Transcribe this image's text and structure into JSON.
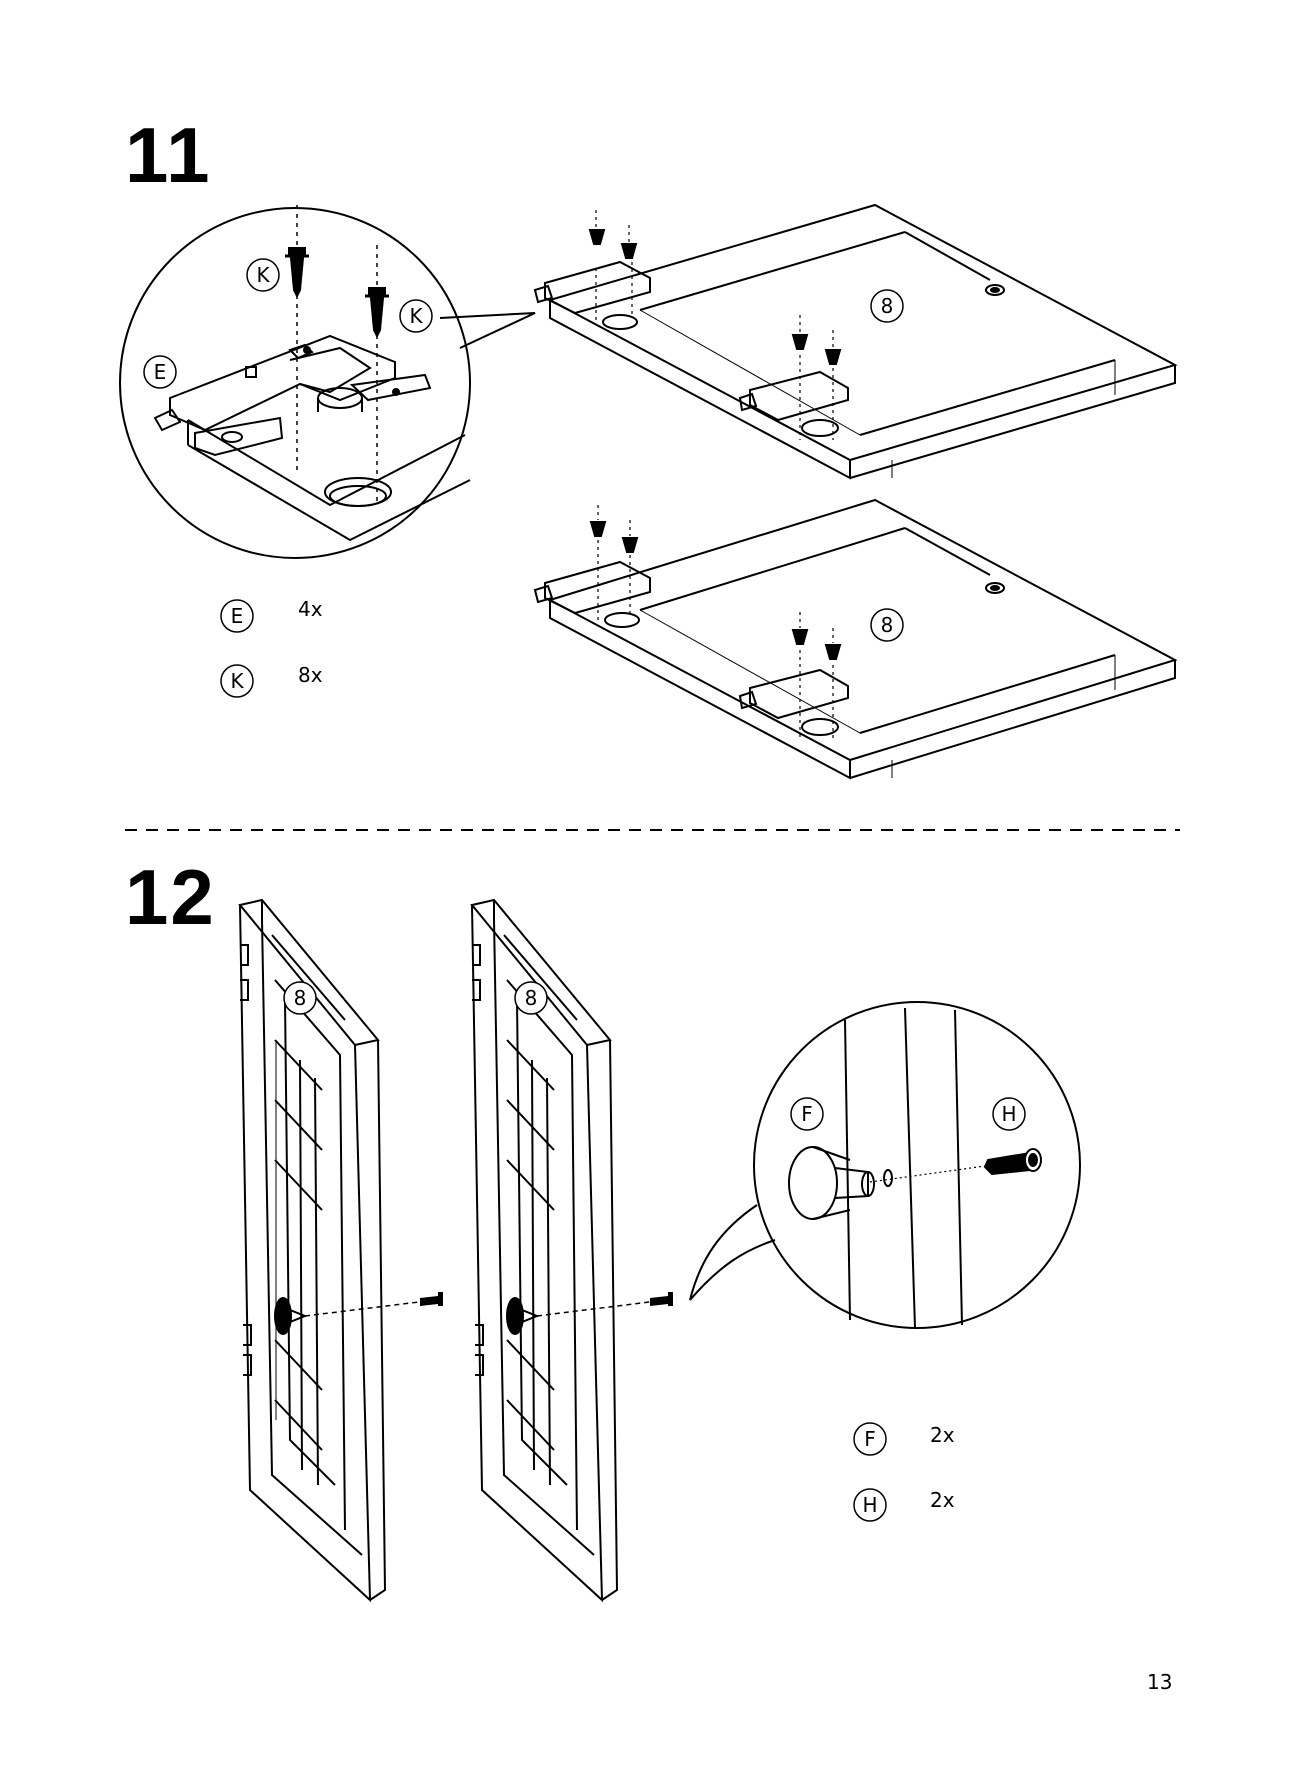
{
  "step_11": {
    "number": "11",
    "detail_labels": {
      "bracket": "E",
      "screw_left": "K",
      "screw_right": "K"
    },
    "panel_labels": [
      "8",
      "8"
    ],
    "parts": [
      {
        "id": "E",
        "qty": "4x"
      },
      {
        "id": "K",
        "qty": "8x"
      }
    ]
  },
  "step_12": {
    "number": "12",
    "door_labels": [
      "8",
      "8"
    ],
    "detail_labels": {
      "knob": "F",
      "screw": "H"
    },
    "parts": [
      {
        "id": "F",
        "qty": "2x"
      },
      {
        "id": "H",
        "qty": "2x"
      }
    ]
  },
  "page_number": "13"
}
